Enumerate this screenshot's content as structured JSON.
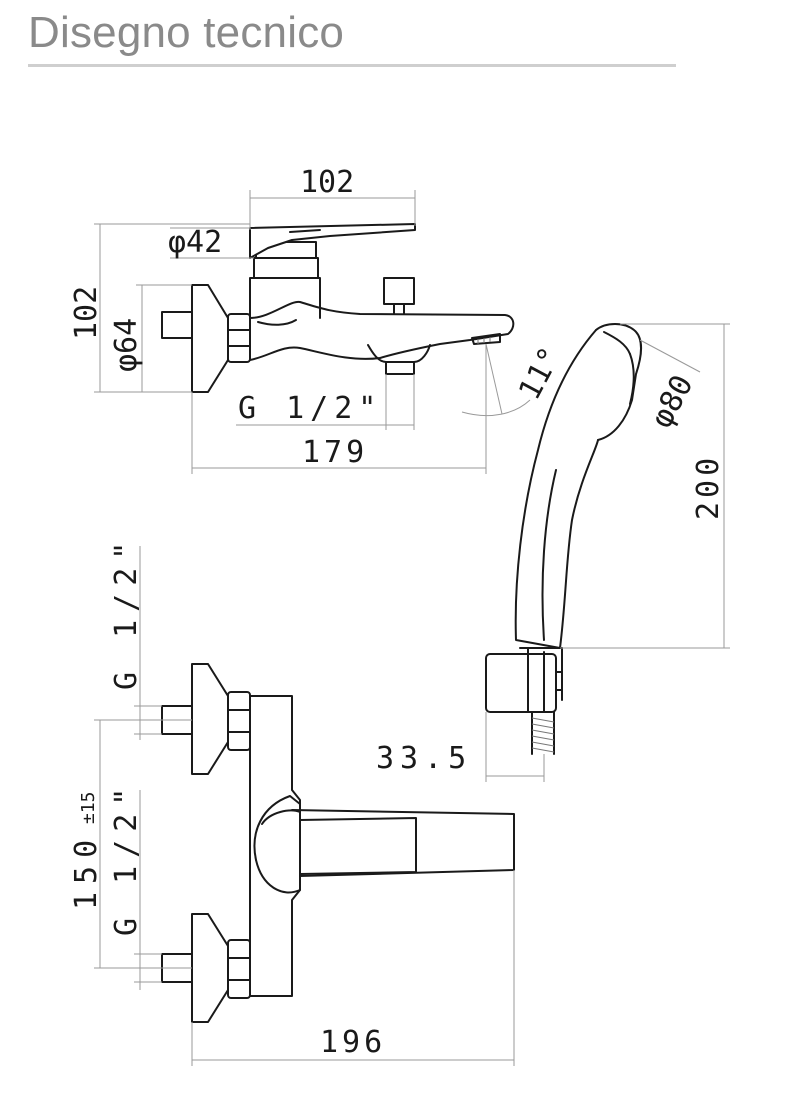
{
  "header": {
    "title": "Disegno tecnico"
  },
  "top_view": {
    "dim_width_top": "102",
    "dim_lever_dia": "φ42",
    "dim_height": "102",
    "dim_flange_dia": "φ64",
    "dim_outlet_thread": "G 1/2\"",
    "dim_total_length": "179",
    "dim_spout_angle": "11°"
  },
  "hand_shower": {
    "dim_head_dia": "φ80",
    "dim_length": "200",
    "dim_holder_offset": "33.5"
  },
  "front_view": {
    "dim_inlet_upper": "G 1/2\"",
    "dim_centres": "150",
    "dim_centres_tol": "±15",
    "dim_inlet_lower": "G 1/2\"",
    "dim_width": "196"
  }
}
